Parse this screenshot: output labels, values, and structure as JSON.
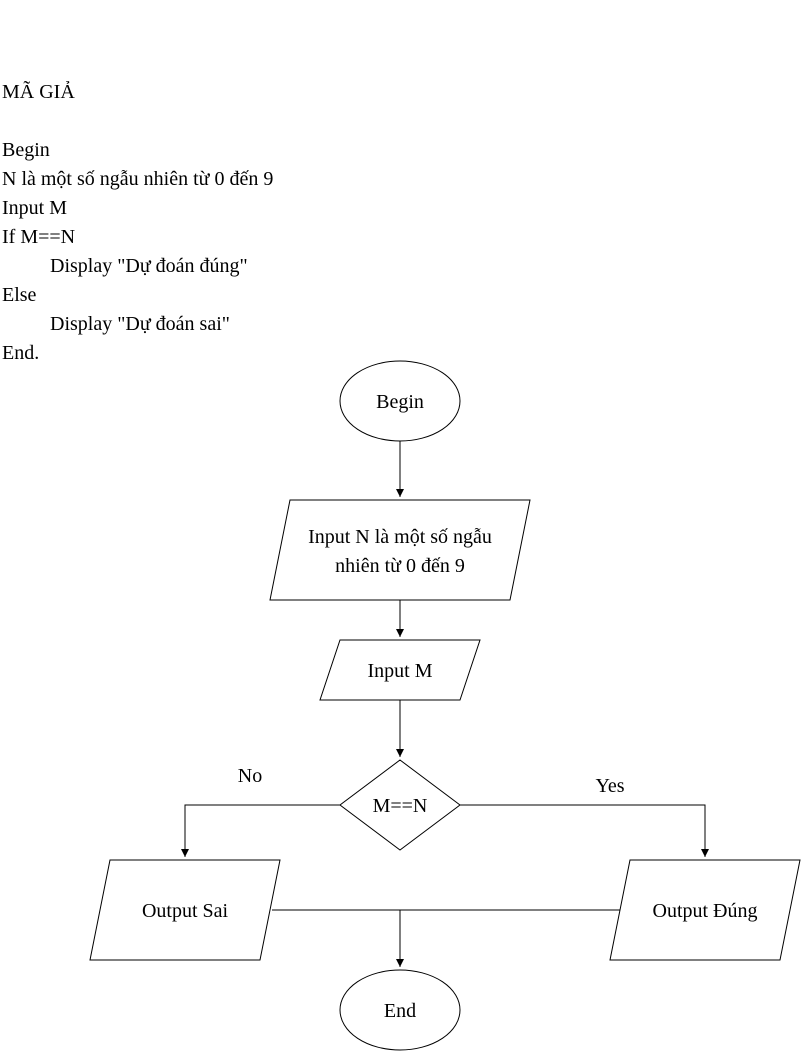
{
  "pseudocode": {
    "title": "MÃ GIẢ",
    "lines": [
      {
        "text": "Begin",
        "indent": false
      },
      {
        "text": "N là một số ngẫu nhiên từ 0 đến 9",
        "indent": false
      },
      {
        "text": "Input M",
        "indent": false
      },
      {
        "text": "If M==N",
        "indent": false
      },
      {
        "text": "Display \"Dự đoán đúng\"",
        "indent": true
      },
      {
        "text": "Else",
        "indent": false
      },
      {
        "text": "Display \"Dự đoán sai\"",
        "indent": true
      },
      {
        "text": "End.",
        "indent": false
      }
    ]
  },
  "flowchart": {
    "begin": "Begin",
    "input_n_line1": "Input N là một số ngẫu",
    "input_n_line2": "nhiên từ 0 đến 9",
    "input_m": "Input M",
    "decision": "M==N",
    "no_label": "No",
    "yes_label": "Yes",
    "output_sai": "Output Sai",
    "output_dung": "Output Đúng",
    "end": "End"
  }
}
